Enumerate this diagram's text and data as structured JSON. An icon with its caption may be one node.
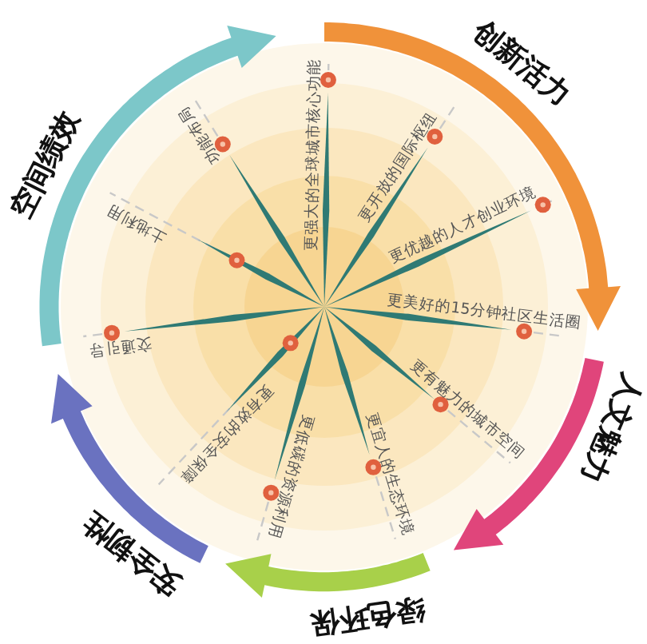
{
  "diagram": {
    "nodes": [
      {
        "text": [
          "创新活力"
        ]
      },
      {
        "text": [
          "人文魅力"
        ]
      },
      {
        "text": [
          "绿色环保"
        ]
      },
      {
        "text": [
          "安全韧性"
        ]
      },
      {
        "text": [
          "空间绩效"
        ]
      }
    ],
    "labels": [
      "更强大的全球城市核心功能",
      "更开放的国际枢纽",
      "更优越的人才创业环境",
      "更美好的15分钟社区生活圈",
      "更有魅力的城市空间",
      "更宜人的生态环境",
      "更低碳的资源利用",
      "更有效的安全保障",
      "交通引导",
      "土地利用",
      "功能布局"
    ]
  }
}
